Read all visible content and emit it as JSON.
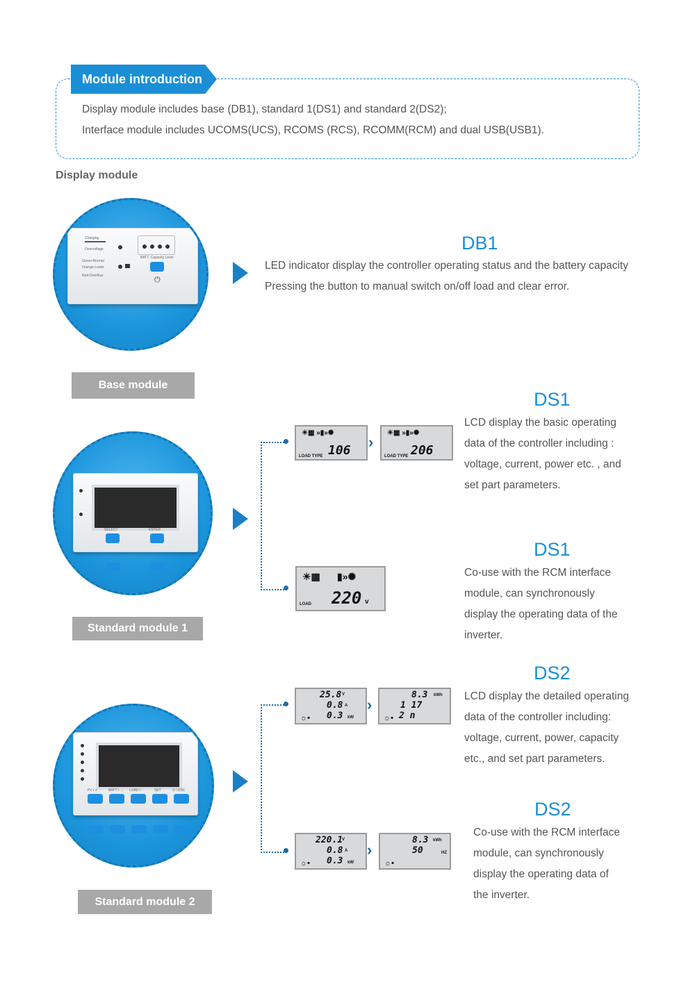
{
  "intro": {
    "tab_label": "Module introduction",
    "line1": "Display module includes base (DB1), standard 1(DS1) and standard 2(DS2);",
    "line2": "Interface module includes UCOMS(UCS), RCOMS (RCS), RCOMM(RCM) and dual USB(USB1)."
  },
  "section_title": "Display module",
  "db1": {
    "heading": "DB1",
    "line1": "LED indicator display the controller operating status and the battery capacity",
    "line2": "Pressing the button to manual switch on/off load and clear error.",
    "caption": "Base module",
    "panel": {
      "charging": "Charging",
      "overvoltage": "Overvoltage",
      "green_normal": "Green-Normal",
      "orange_lower": "Orange-Lower",
      "red_overflow": "Red-Overflow",
      "batt_level": "BATT. Capacity Level"
    }
  },
  "ds1a": {
    "heading": "DS1",
    "lines": [
      "LCD display the basic operating",
      "data of the controller including :",
      "voltage, current, power etc. , and",
      "set part parameters."
    ]
  },
  "ds1b": {
    "heading": "DS1",
    "lines": [
      "Co-use with the RCM interface",
      "module, can synchronously",
      "display the operating data of the",
      "inverter."
    ]
  },
  "ds1_caption": "Standard module 1",
  "ds1_panel": {
    "select": "SELECT",
    "enter": "ENTER"
  },
  "ds2a": {
    "heading": "DS2",
    "lines": [
      "LCD display the detailed operating",
      "data of the controller including:",
      "voltage, current, power, capacity",
      "etc., and set part parameters."
    ]
  },
  "ds2b": {
    "heading": "DS2",
    "lines": [
      "Co-use with the RCM interface",
      "module, can synchronously",
      "display the operating data of",
      "the inverter."
    ]
  },
  "ds2_caption": "Standard module 2",
  "ds2_panel": {
    "b1": "PV / +",
    "b2": "BATT / →",
    "b3": "LOAD / −",
    "b4": "SET",
    "b5": "⏻ / ESC"
  },
  "lcd": {
    "load_type": "LOAD TYPE",
    "v1": "106",
    "v2": "206",
    "load": "LOAD",
    "v3": "220",
    "v3_unit": "v",
    "a": {
      "r1": "25.8",
      "r1u": "V",
      "r2": "0.8",
      "r2u": "A",
      "r3": "0.3",
      "r3u": "kW"
    },
    "b": {
      "r1": "8.3",
      "r1u": "kWh",
      "r2": "1 17",
      "r3": "2 n"
    },
    "c": {
      "r1": "220.1",
      "r1u": "V",
      "r2": "0.8",
      "r2u": "A",
      "r3": "0.3",
      "r3u": "kW"
    },
    "d": {
      "r1": "8.3",
      "r1u": "kWh",
      "r2": "50",
      "r2u": "HZ"
    }
  }
}
